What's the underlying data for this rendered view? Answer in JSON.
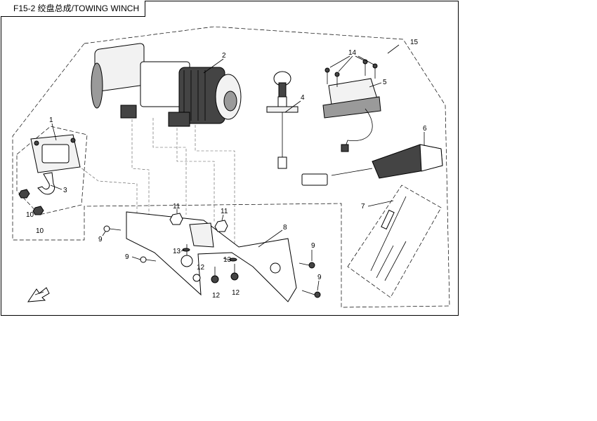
{
  "title": "F15-2 绞盘总成/TOWING WINCH",
  "callouts": {
    "c1": "1",
    "c2": "2",
    "c3": "3",
    "c4": "4",
    "c5": "5",
    "c6": "6",
    "c7": "7",
    "c8": "8",
    "c9a": "9",
    "c9b": "9",
    "c9c": "9",
    "c9d": "9",
    "c10a": "10",
    "c10b": "10",
    "c11a": "11",
    "c11b": "11",
    "c12a": "12",
    "c12b": "12",
    "c12c": "12",
    "c13a": "13",
    "c13b": "13",
    "c14": "14",
    "c15": "15"
  },
  "icons": {
    "direction": "direction-arrow-icon"
  },
  "colors": {
    "line": "#000000",
    "background": "#ffffff",
    "shade": "#444444"
  }
}
